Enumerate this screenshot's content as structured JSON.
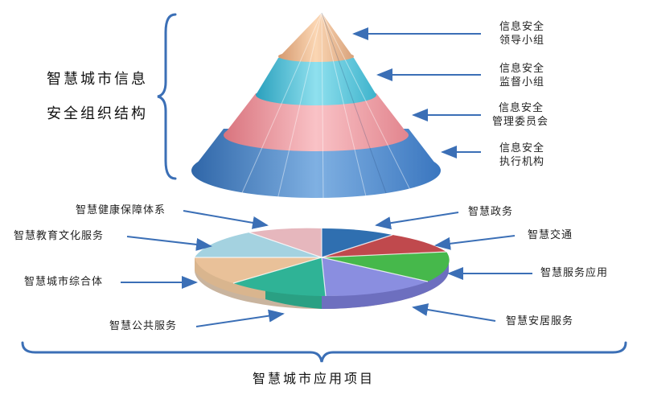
{
  "title_left": {
    "line1": "智慧城市信息",
    "line2": "安全组织结构"
  },
  "cone_labels": [
    {
      "line1": "信息安全",
      "line2": "领导小组",
      "color": "#f5c8a0"
    },
    {
      "line1": "信息安全",
      "line2": "监督小组",
      "color": "#5fc8dd"
    },
    {
      "line1": "信息安全",
      "line2": "管理委员会",
      "color": "#ef9ea6"
    },
    {
      "line1": "信息安全",
      "line2": "执行机构",
      "color": "#4683c4"
    }
  ],
  "pie_labels_left": [
    "智慧健康保障体系",
    "智慧教育文化服务",
    "智慧城市综合体",
    "智慧公共服务"
  ],
  "pie_labels_right": [
    "智慧政务",
    "智慧交通",
    "智慧服务应用",
    "智慧安居服务"
  ],
  "bottom_title": "智慧城市应用项目",
  "colors": {
    "bracket": "#3b6fb6",
    "arrow": "#3b6fb6"
  }
}
